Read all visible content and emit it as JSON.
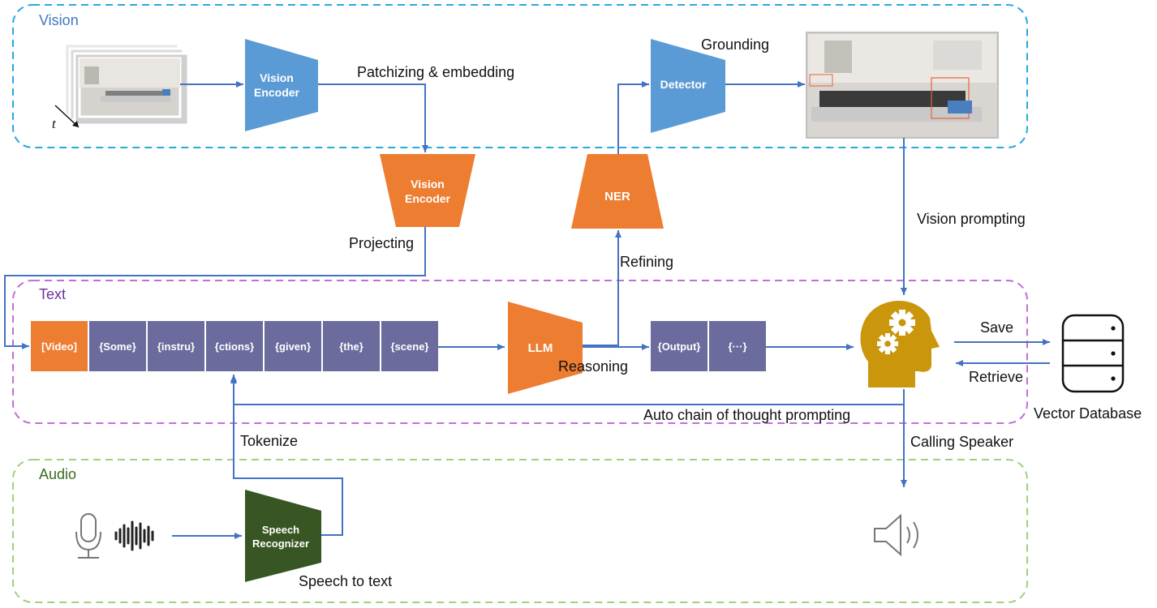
{
  "sections": {
    "vision": "Vision",
    "text": "Text",
    "audio": "Audio"
  },
  "blocks": {
    "vision_encoder_top": [
      "Vision",
      "Encoder"
    ],
    "vision_encoder_proj": [
      "Vision",
      "Encoder"
    ],
    "detector": "Detector",
    "ner": "NER",
    "llm": "LLM",
    "speech_recognizer": [
      "Speech",
      "Recognizer"
    ]
  },
  "tokens": [
    "[Video]",
    "{Some}",
    "{instru}",
    "{ctions}",
    "{given}",
    "{the}",
    "{scene}"
  ],
  "output_tokens": [
    "{Output}",
    "{···}"
  ],
  "labels": {
    "time_axis": "t",
    "patchizing": "Patchizing & embedding",
    "grounding": "Grounding",
    "projecting": "Projecting",
    "vision_prompting": "Vision prompting",
    "refining": "Refining",
    "reasoning": "Reasoning",
    "save": "Save",
    "retrieve": "Retrieve",
    "vector_database": "Vector Database",
    "auto_cot": "Auto chain of thought prompting",
    "tokenize": "Tokenize",
    "calling_speaker": "Calling Speaker",
    "speech_to_text": "Speech to text"
  },
  "colors": {
    "vision_border": "#29a9e0",
    "text_border": "#c26fd9",
    "audio_border": "#9fd17f",
    "vision_title": "#3f78c0",
    "text_title": "#7030a0",
    "audio_title": "#3b6b1f",
    "encoder_blue": "#5b9bd5",
    "orange": "#ed7d31",
    "token_purple": "#6b6b9e",
    "speech_green": "#375623",
    "arrow": "#4472c4",
    "agent_gold": "#c9960c"
  }
}
